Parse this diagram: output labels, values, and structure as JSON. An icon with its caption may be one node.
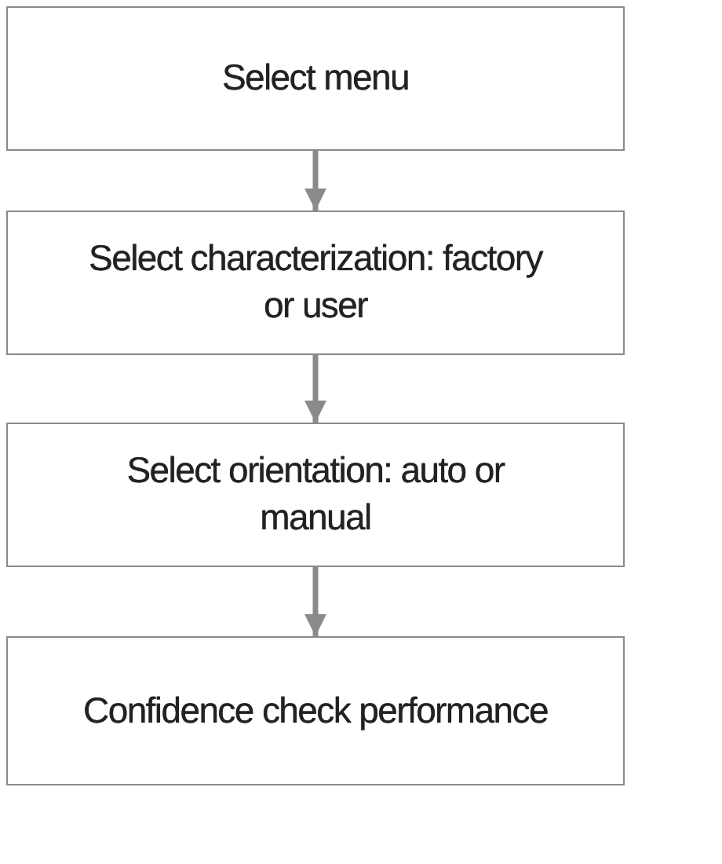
{
  "diagram": {
    "nodes": [
      {
        "text": [
          "Select menu"
        ]
      },
      {
        "text": [
          "Select characterization: factory or user"
        ]
      },
      {
        "text": [
          "Select orientation: auto or manual"
        ]
      },
      {
        "text": [
          "Confidence check performance"
        ]
      }
    ],
    "edges": [
      {
        "from": 0,
        "to": 1,
        "arrow": "to"
      },
      {
        "from": 1,
        "to": 2,
        "arrow": "to"
      },
      {
        "from": 2,
        "to": 3,
        "arrow": "to"
      }
    ]
  }
}
